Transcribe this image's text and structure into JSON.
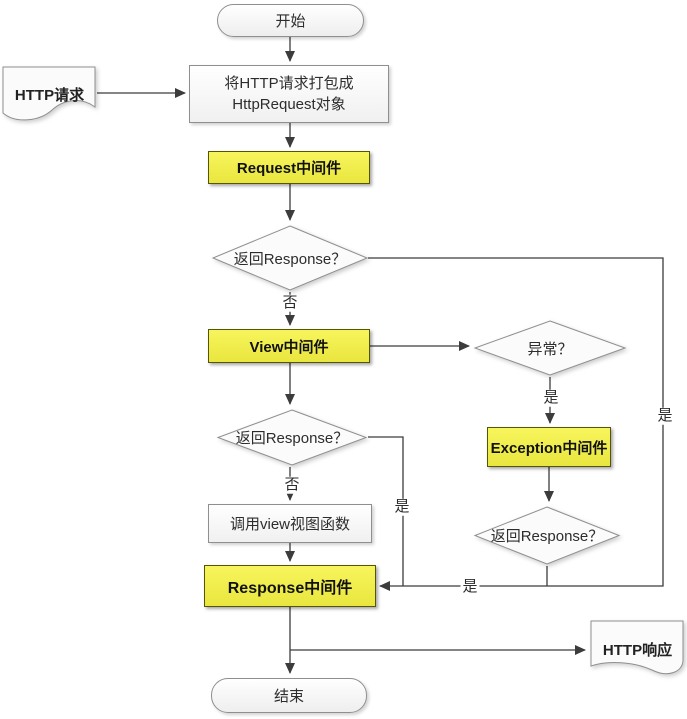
{
  "flowchart": {
    "nodes": {
      "start": "开始",
      "http_request": "HTTP请求",
      "package_line1": "将HTTP请求打包成",
      "package_line2": "HttpRequest对象",
      "request_middleware": "Request中间件",
      "check_response_1": "返回Response？",
      "view_middleware": "View中间件",
      "exception_check": "异常？",
      "exception_middleware": "Exception中间件",
      "check_response_exception": "返回Response？",
      "check_response_2": "返回Response？",
      "call_view": "调用view视图函数",
      "response_middleware": "Response中间件",
      "http_response": "HTTP响应",
      "end": "结束"
    },
    "edge_labels": {
      "no_1": "否",
      "no_2": "否",
      "yes_exception": "是",
      "yes_check2": "是",
      "yes_check_exception": "是",
      "yes_check1": "是"
    },
    "colors": {
      "middleware_fill_top": "#f7f55c",
      "middleware_fill_bottom": "#e9e63f",
      "middleware_border": "#55550a",
      "shape_border": "#8f8f8f",
      "shape_fill": "#fbfbfb",
      "line": "#3c3c3c",
      "text": "#2d2d2d"
    }
  }
}
